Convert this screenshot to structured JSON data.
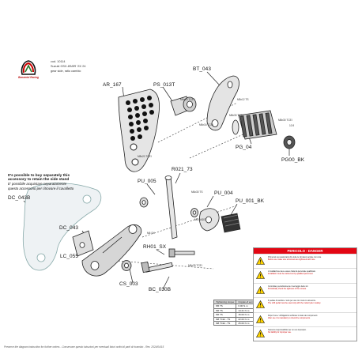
{
  "header": {
    "brand": "Bonamici Racing",
    "code": "cod. 10114",
    "model": "Suzuki GSX-8S/8R '23-'24",
    "variant": "gear side, ratio cambio"
  },
  "parts": {
    "ar167": "AR_167",
    "ps013t": "PS_013T",
    "bt043": "BT_043",
    "pg04": "PG_04",
    "pg00bk": "PG00_BK",
    "r02173": "R021_73",
    "pu005": "PU_005",
    "pu004": "PU_004",
    "pu001bk": "PU_001_BK",
    "dc043b": "DC_043B",
    "dc043": "DC_043",
    "rh01sx": "RH01_SX",
    "lc055": "LC_055",
    "cs003": "CS_003",
    "bc030b": "BC_030B"
  },
  "screws": {
    "s1": "M6x20 TCE I",
    "s2": "M5x12 TS",
    "s3": "M6x16 TCEI",
    "s4": "M8x30 TCEI",
    "s5": "M8x30 TCEI",
    "s6": "10.9",
    "s7": "M8x20 TCEI",
    "s8": "M6x30 TS",
    "s9": "M6 DADO",
    "s10": "M6x16 TS",
    "s11": "M6 SX",
    "s12": "M6x25 TCEI"
  },
  "note": {
    "l1": "It's possible to buy separately this",
    "l2": "accessory to retain the side stand",
    "l3": "E' possibile acquistare separatamente",
    "l4": "questo accessorio per ritrovare il cavalletto"
  },
  "torque": {
    "headers": [
      "Tightening torque",
      "Coppie di serraggio"
    ],
    "rows": [
      [
        "M5 TS",
        "6.00 N·m"
      ],
      [
        "M6 TS",
        "14.21 N·m"
      ],
      [
        "M6 TS",
        "15.00 N·m"
      ],
      [
        "M8 TCEI - TS",
        "22.00 N·m"
      ],
      [
        "M8 TCEI - TS",
        "25.00 N·m"
      ]
    ]
  },
  "danger": {
    "title": "PERICOLO - DANGER",
    "w1": {
      "it": "Prima del uso assicurarsi che tutte le viti siano serrate con cura.",
      "en": "Before use make sure all screws are tightened with care."
    },
    "w2": {
      "it": "L'installazione deve essere fatta da personale qualificato.",
      "en": "Installation must be carried out by qualified personnel."
    },
    "w3": {
      "it": "Controllare periodicamente il serraggio delle viti.",
      "en": "Periodically check the tightness of the screws."
    },
    "w4": {
      "it": "Il pedale di cambio e' solo per uso con moto in sicurezza.",
      "en": "The shift pedal must be used only with the motorcycle in safety."
    },
    "w5": {
      "it": "Dopo l'uso e' obbligatorio verificare lo stato dei componenti.",
      "en": "After use it is mandatory to check the components."
    },
    "w6": {
      "it": "Nessuna responsabilita' per un uso improprio.",
      "en": "No liability for improper use."
    }
  },
  "footer": "Preserve the diagram instruction for further orders - Conservare questo istruzioni per eventuali futuri ordini di parti di ricambio - Rev. 2024/04/15"
}
